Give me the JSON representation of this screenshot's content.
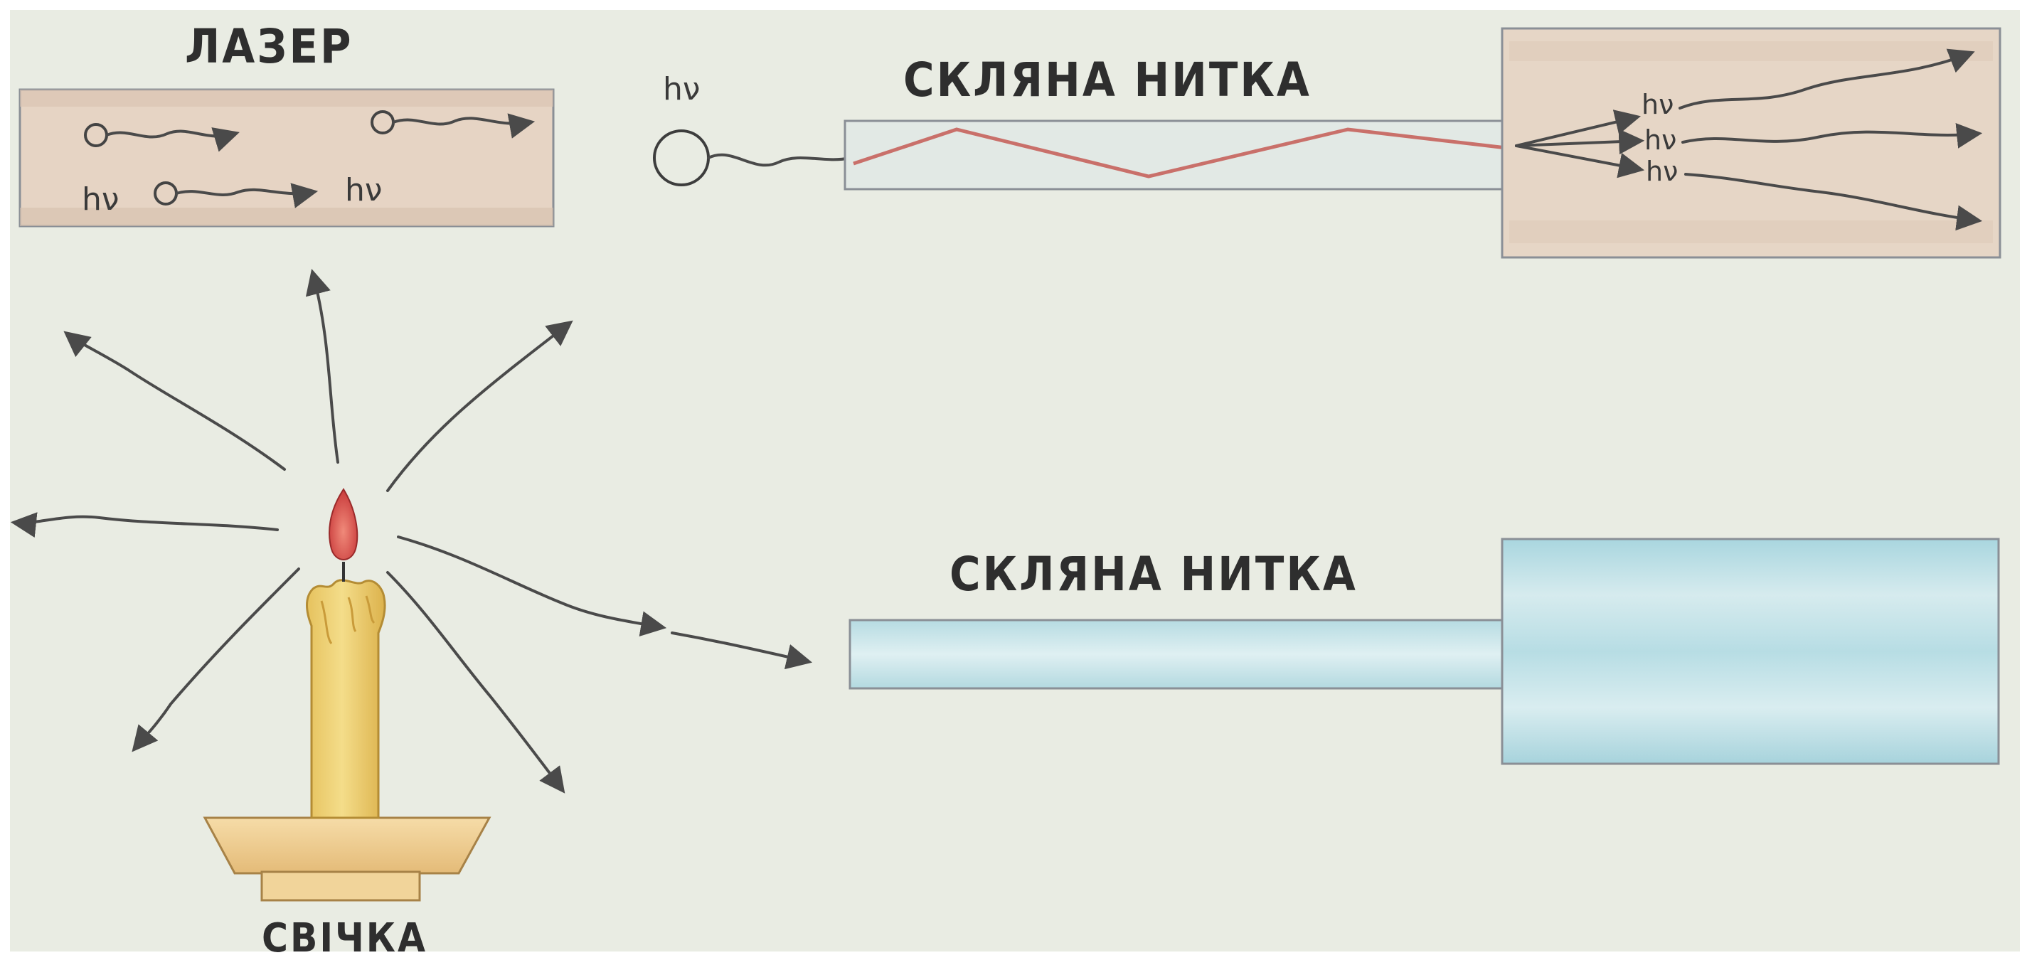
{
  "labels": {
    "laser_title": "ЛАЗЕР",
    "fiber_top_title": "СКЛЯНА НИТКА",
    "fiber_bottom_title": "СКЛЯНА НИТКА",
    "candle_title": "СВІЧКА",
    "photon_symbol": "hν"
  },
  "colors": {
    "background": "#e9ece3",
    "laser_box": "#ead8c8",
    "fiber_glass": "#e4ebe8",
    "light_path": "#c9706a",
    "bottom_fiber_fill": "#b9dde3",
    "candle_wax": "#f0d680",
    "candle_holder": "#f2d49a",
    "flame": "#d9534f"
  },
  "icons": {
    "photon": "photon-circle-icon",
    "candle": "candle-icon",
    "flame": "flame-icon"
  }
}
